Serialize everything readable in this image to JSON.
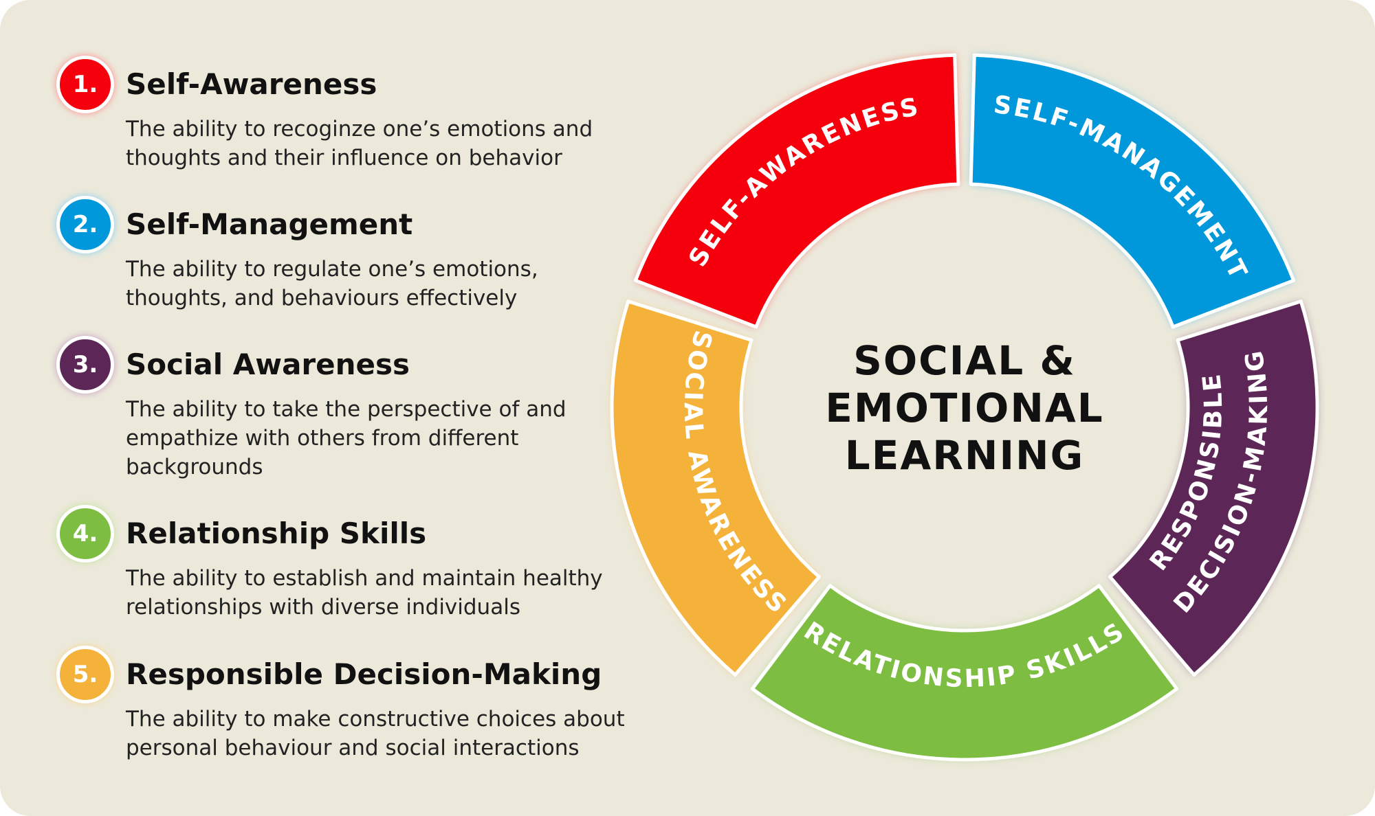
{
  "colors": {
    "background": "#ece9db",
    "red": "#f5000c",
    "blue": "#0097db",
    "purple": "#5c2756",
    "green": "#7dbd42",
    "orange": "#f4b23a"
  },
  "items": [
    {
      "number": "1.",
      "title": "Self-Awareness",
      "desc": "The ability to recoginze one’s emotions and thoughts and their influence on behavior",
      "color": "#f5000c"
    },
    {
      "number": "2.",
      "title": "Self-Management",
      "desc": "The ability to regulate one’s emotions, thoughts, and behaviours effectively",
      "color": "#0097db"
    },
    {
      "number": "3.",
      "title": "Social Awareness",
      "desc": "The ability to take the perspective of and empathize with others from different backgrounds",
      "color": "#5c2756"
    },
    {
      "number": "4.",
      "title": "Relationship Skills",
      "desc": "The ability to establish and maintain healthy relationships with diverse individuals",
      "color": "#7dbd42"
    },
    {
      "number": "5.",
      "title": "Responsible Decision-Making",
      "desc": "The ability to make constructive choices about personal behaviour and social interactions",
      "color": "#f4b23a"
    }
  ],
  "wheel": {
    "center_lines": [
      "SOCIAL &",
      "EMOTIONAL",
      "LEARNING"
    ],
    "segments": [
      {
        "lines": [
          "SELF-AWARENESS"
        ],
        "color": "#f5000c"
      },
      {
        "lines": [
          "SELF-MANAGEMENT"
        ],
        "color": "#0097db"
      },
      {
        "lines": [
          "RESPONSIBLE",
          "DECISION-MAKING"
        ],
        "color": "#5c2756"
      },
      {
        "lines": [
          "RELATIONSHIP SKILLS"
        ],
        "color": "#7dbd42"
      },
      {
        "lines": [
          "SOCIAL AWARENESS"
        ],
        "color": "#f4b23a"
      }
    ]
  }
}
